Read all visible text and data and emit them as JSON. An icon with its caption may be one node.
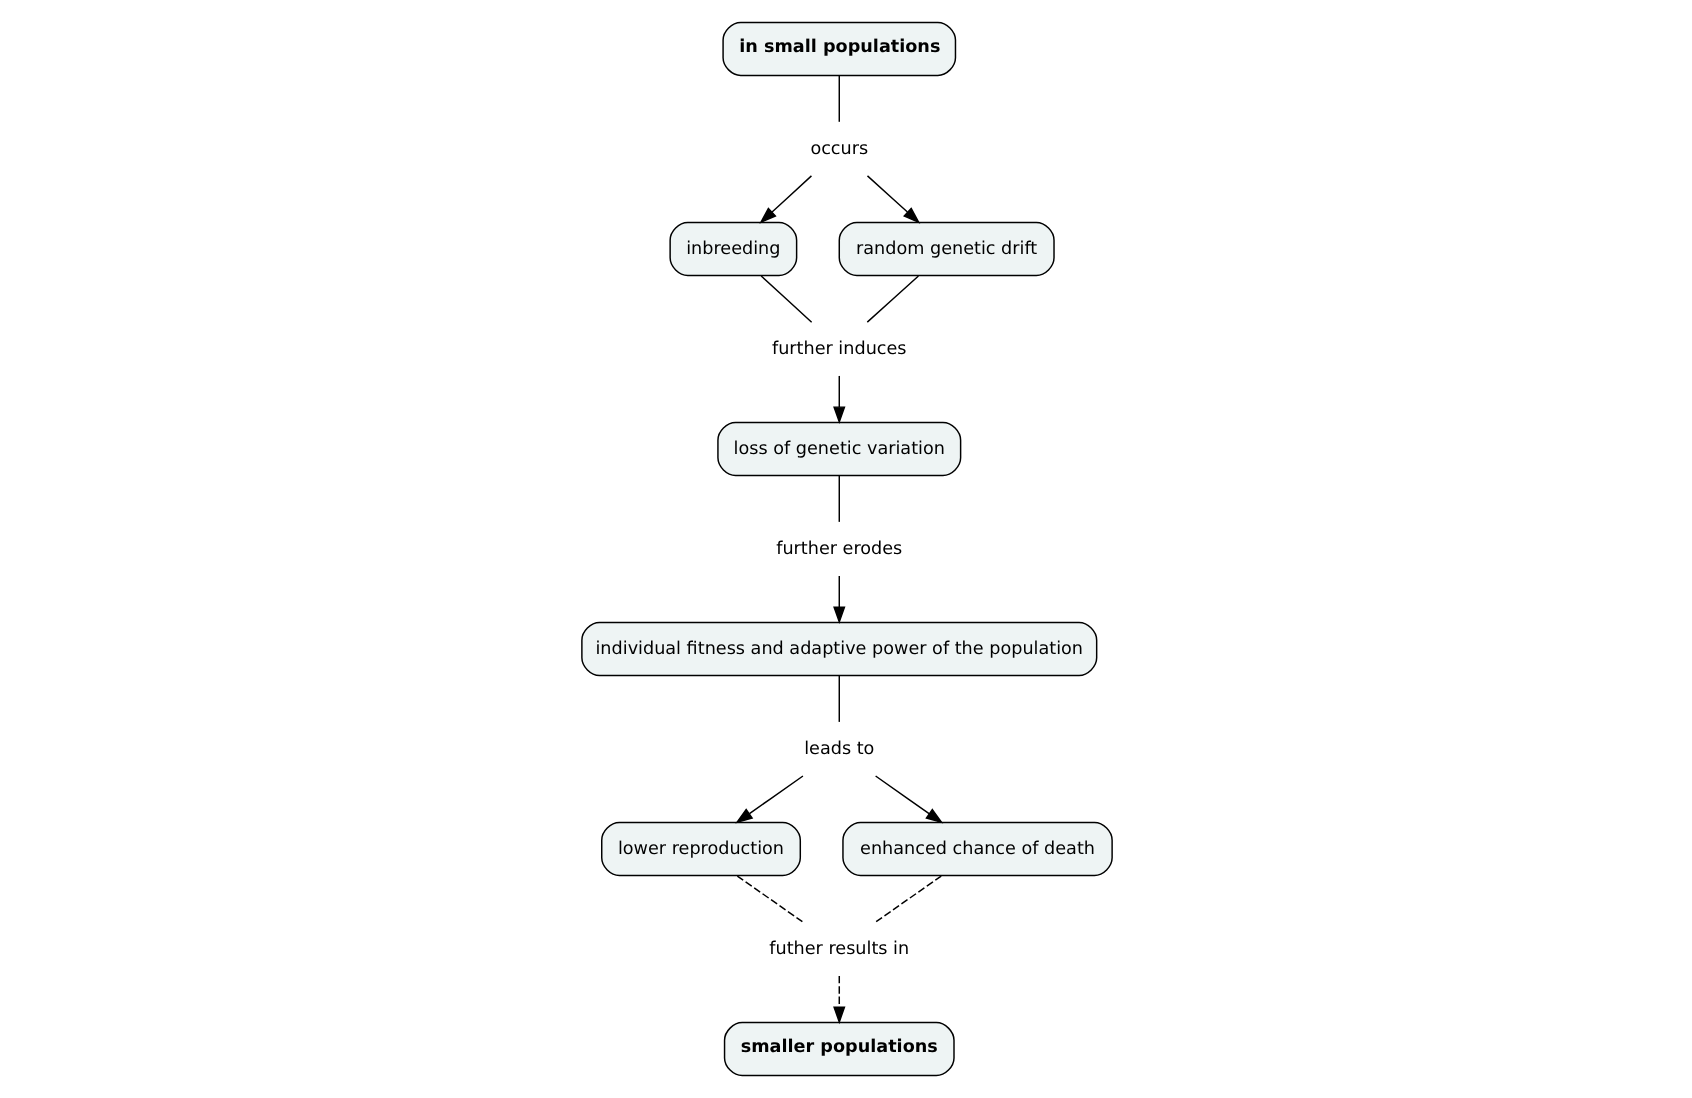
{
  "diagram": {
    "nodes": [
      {
        "text": [
          "in small populations"
        ]
      },
      {
        "text": [
          "occurs"
        ]
      },
      {
        "text": [
          "inbreeding"
        ]
      },
      {
        "text": [
          "random genetic drift"
        ]
      },
      {
        "text": [
          "further induces"
        ]
      },
      {
        "text": [
          "loss of genetic variation"
        ]
      },
      {
        "text": [
          "further erodes"
        ]
      },
      {
        "text": [
          "individual fitness and adaptive power of the population"
        ]
      },
      {
        "text": [
          "leads to"
        ]
      },
      {
        "text": [
          "lower reproduction"
        ]
      },
      {
        "text": [
          "enhanced chance of death"
        ]
      },
      {
        "text": [
          "futher results in"
        ]
      },
      {
        "text": [
          "smaller populations"
        ]
      }
    ],
    "edges": [
      {
        "from": 0,
        "to": 1,
        "arrow": "none"
      },
      {
        "from": 1,
        "to": 2,
        "arrow": "to"
      },
      {
        "from": 1,
        "to": 3,
        "arrow": "to"
      },
      {
        "from": 2,
        "to": 4,
        "arrow": "none"
      },
      {
        "from": 3,
        "to": 4,
        "arrow": "none"
      },
      {
        "from": 4,
        "to": 5,
        "arrow": "to"
      },
      {
        "from": 5,
        "to": 6,
        "arrow": "none"
      },
      {
        "from": 6,
        "to": 7,
        "arrow": "to"
      },
      {
        "from": 7,
        "to": 8,
        "arrow": "none"
      },
      {
        "from": 8,
        "to": 9,
        "arrow": "to"
      },
      {
        "from": 8,
        "to": 10,
        "arrow": "to"
      },
      {
        "from": 9,
        "to": 11,
        "arrow": "none",
        "style": "dashed"
      },
      {
        "from": 10,
        "to": 11,
        "arrow": "none",
        "style": "dashed"
      },
      {
        "from": 11,
        "to": 12,
        "arrow": "to",
        "style": "dashed"
      }
    ]
  }
}
